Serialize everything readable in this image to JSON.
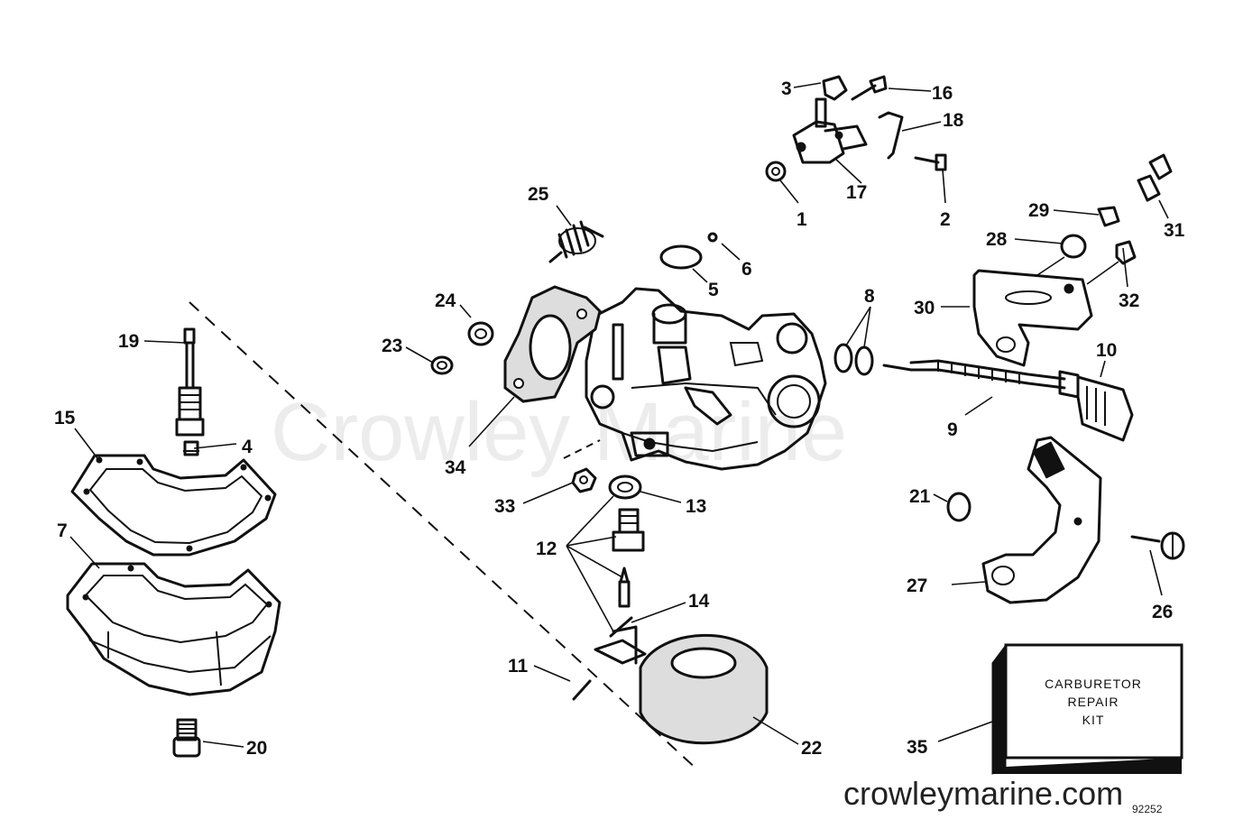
{
  "watermark": "Crowley Marine",
  "site": "crowleymarine.com",
  "figure_number": "92252",
  "kit": {
    "lines": [
      "CARBURETOR",
      "REPAIR",
      "KIT"
    ]
  },
  "callouts": [
    {
      "id": "1",
      "label": "1"
    },
    {
      "id": "2",
      "label": "2"
    },
    {
      "id": "3",
      "label": "3"
    },
    {
      "id": "4",
      "label": "4"
    },
    {
      "id": "5",
      "label": "5"
    },
    {
      "id": "6",
      "label": "6"
    },
    {
      "id": "7",
      "label": "7"
    },
    {
      "id": "8",
      "label": "8"
    },
    {
      "id": "9",
      "label": "9"
    },
    {
      "id": "10",
      "label": "10"
    },
    {
      "id": "11",
      "label": "11"
    },
    {
      "id": "12",
      "label": "12"
    },
    {
      "id": "13",
      "label": "13"
    },
    {
      "id": "14",
      "label": "14"
    },
    {
      "id": "15",
      "label": "15"
    },
    {
      "id": "16",
      "label": "16"
    },
    {
      "id": "17",
      "label": "17"
    },
    {
      "id": "18",
      "label": "18"
    },
    {
      "id": "19",
      "label": "19"
    },
    {
      "id": "20",
      "label": "20"
    },
    {
      "id": "21",
      "label": "21"
    },
    {
      "id": "22",
      "label": "22"
    },
    {
      "id": "23",
      "label": "23"
    },
    {
      "id": "24",
      "label": "24"
    },
    {
      "id": "25",
      "label": "25"
    },
    {
      "id": "26",
      "label": "26"
    },
    {
      "id": "27",
      "label": "27"
    },
    {
      "id": "28",
      "label": "28"
    },
    {
      "id": "29",
      "label": "29"
    },
    {
      "id": "30",
      "label": "30"
    },
    {
      "id": "31",
      "label": "31"
    },
    {
      "id": "32",
      "label": "32"
    },
    {
      "id": "33",
      "label": "33"
    },
    {
      "id": "34",
      "label": "34"
    },
    {
      "id": "35",
      "label": "35"
    }
  ]
}
